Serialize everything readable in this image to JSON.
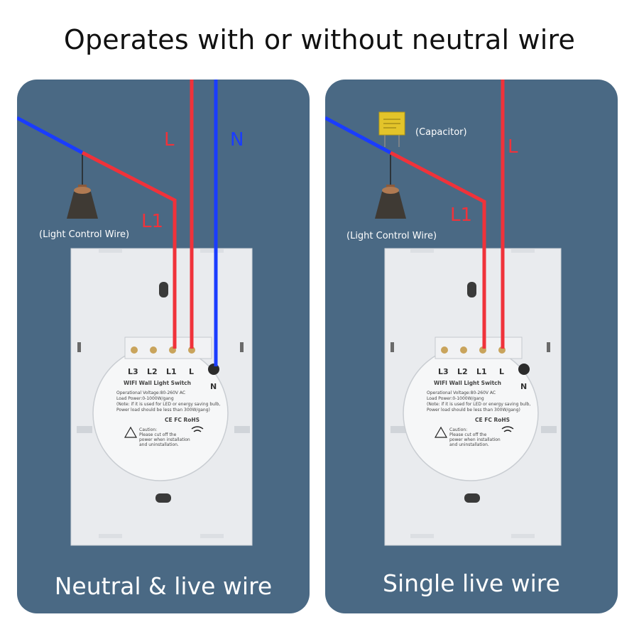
{
  "title": "Operates with or without neutral wire",
  "left_panel": {
    "caption": "Neutral & live wire",
    "wire_labels": {
      "live": "L",
      "neutral": "N",
      "load": "L1"
    },
    "lamp_note": "(Light Control Wire)"
  },
  "right_panel": {
    "caption": "Single live wire",
    "wire_labels": {
      "live": "L",
      "load": "L1"
    },
    "lamp_note": "(Light Control Wire)",
    "capacitor_note": "(Capacitor)"
  },
  "switch_module": {
    "terminals": [
      "L3",
      "L2",
      "L1",
      "L"
    ],
    "neutral_terminal": "N",
    "product_name": "WIFI Wall Light Switch",
    "voltage": "Operational Voltage:80-260V AC",
    "load_power": "Load Power:0-1000W/gang",
    "note_line1": "(Note: if it is used for LED or energy saving bulb,",
    "note_line2": "Power load should be less than 300W/gang)",
    "certs": "CE FC RoHS",
    "caution_title": "Caution:",
    "caution_line1": "Please cut off the",
    "caution_line2": "power when installation",
    "caution_line3": "and uninstallation."
  },
  "colors": {
    "panel_bg": "#4a6984",
    "live_wire": "#f0323a",
    "neutral_wire": "#1a3cff",
    "switch_body": "#e9ebee"
  }
}
